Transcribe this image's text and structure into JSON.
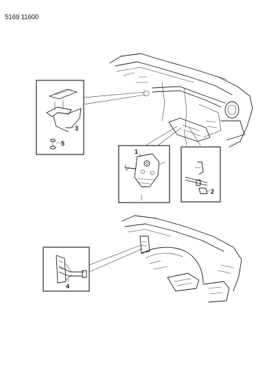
{
  "document_code": "5169 11600",
  "callouts": {
    "c1": "1",
    "c2": "2",
    "c3": "3",
    "c4": "4",
    "c5": "5"
  }
}
